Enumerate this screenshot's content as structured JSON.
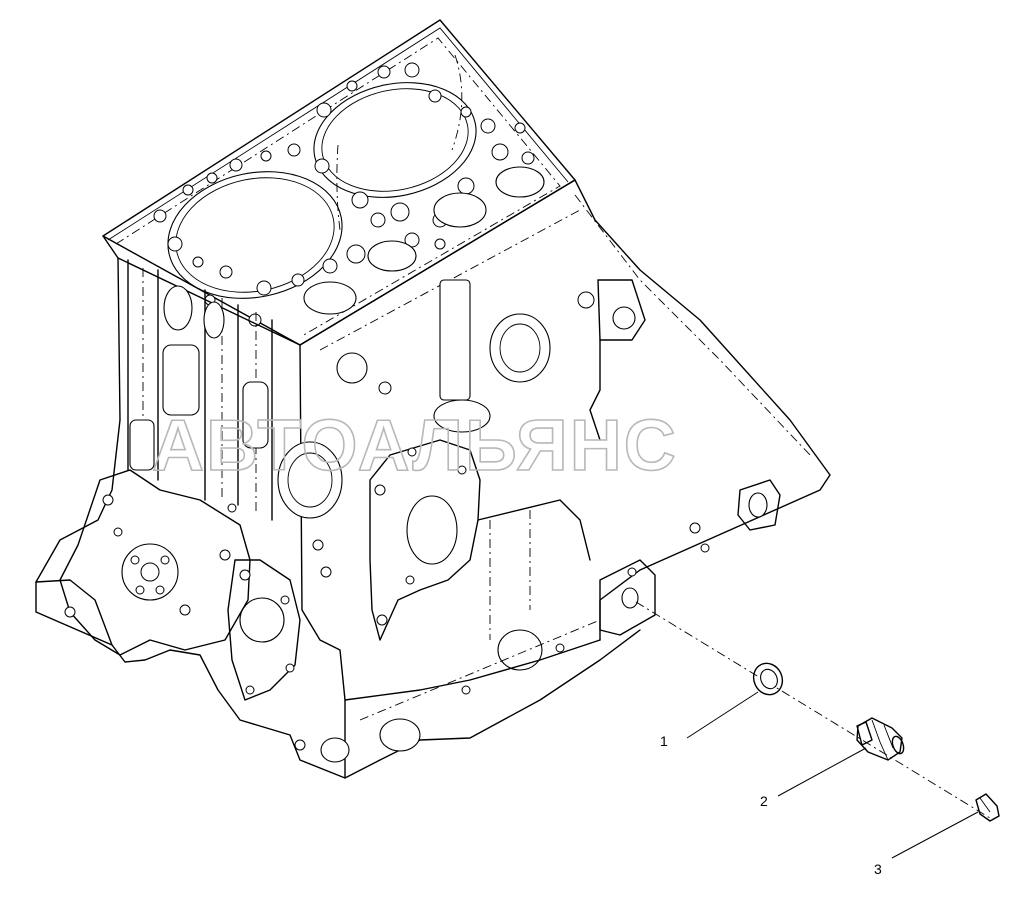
{
  "watermark": "АВТОАЛЬЯНС",
  "callouts": [
    {
      "number": "1"
    },
    {
      "number": "2"
    },
    {
      "number": "3"
    }
  ],
  "colors": {
    "line": "#000000",
    "background": "#ffffff",
    "watermark": "#b8b8b8"
  }
}
